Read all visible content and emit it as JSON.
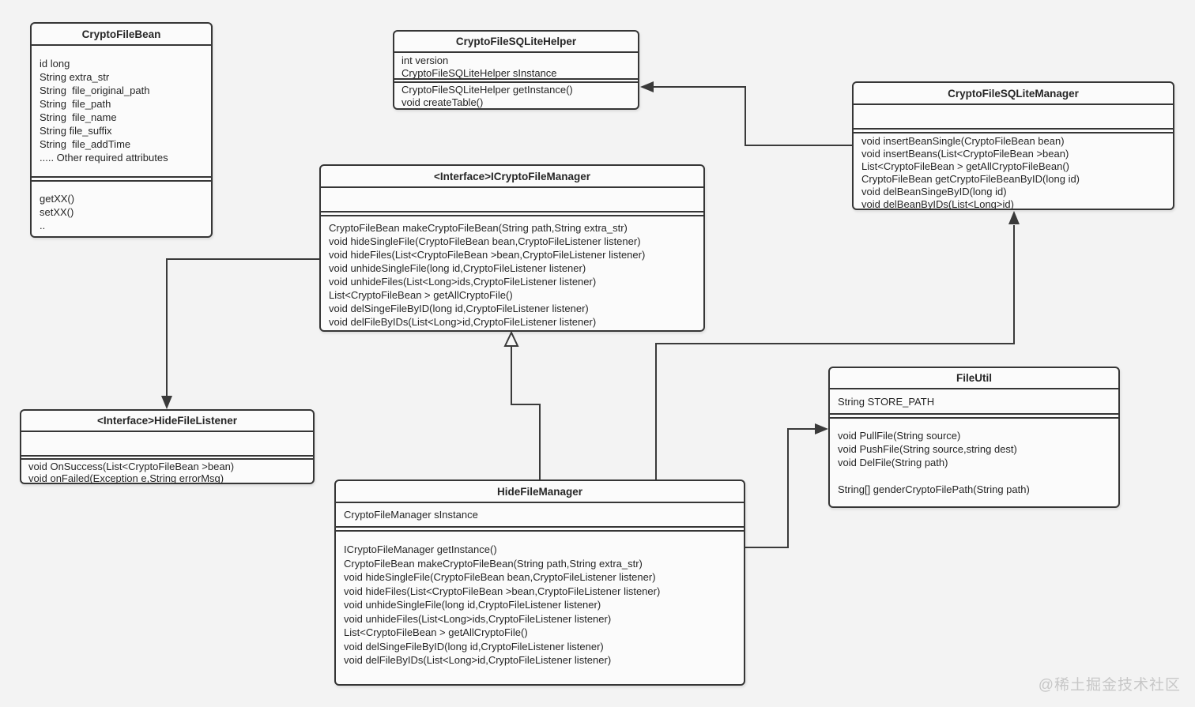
{
  "canvas": {
    "background": "#f3f3f3",
    "box_fill": "#fbfbfb",
    "line_color": "#3a3a3a",
    "text_color": "#262626"
  },
  "watermark": {
    "text": "@稀土掘金技术社区",
    "color": "#c7c7c7"
  },
  "classes": {
    "bean": {
      "title": "CryptoFileBean",
      "attributes": [
        "id long",
        "String extra_str",
        "String  file_original_path",
        "String  file_path",
        "String  file_name",
        "String file_suffix",
        "String  file_addTime",
        "..... Other required attributes"
      ],
      "methods": [
        "getXX()",
        "setXX()",
        ".."
      ]
    },
    "helper": {
      "title": "CryptoFileSQLiteHelper",
      "attributes": [
        "int version",
        "CryptoFileSQLiteHelper sInstance"
      ],
      "methods": [
        "CryptoFileSQLiteHelper getInstance()",
        "void createTable()"
      ]
    },
    "manager": {
      "title": "CryptoFileSQLiteManager",
      "attributes": [],
      "methods": [
        "void insertBeanSingle(CryptoFileBean bean)",
        "void insertBeans(List<CryptoFileBean >bean)",
        "List<CryptoFileBean > getAllCryptoFileBean()",
        "CryptoFileBean getCryptoFileBeanByID(long id)",
        "void delBeanSingeByID(long id)",
        "void delBeanByIDs(List<Long>id)"
      ]
    },
    "icfm": {
      "title": "<Interface>ICryptoFileManager",
      "attributes": [],
      "methods": [
        "CryptoFileBean makeCryptoFileBean(String path,String extra_str)",
        "void hideSingleFile(CryptoFileBean bean,CryptoFileListener listener)",
        "void hideFiles(List<CryptoFileBean >bean,CryptoFileListener listener)",
        "void unhideSingleFile(long id,CryptoFileListener listener)",
        "void unhideFiles(List<Long>ids,CryptoFileListener listener)",
        "List<CryptoFileBean > getAllCryptoFile()",
        "void delSingeFileByID(long id,CryptoFileListener listener)",
        "void delFileByIDs(List<Long>id,CryptoFileListener listener)"
      ]
    },
    "listener": {
      "title": "<Interface>HideFileListener",
      "attributes": [],
      "methods": [
        "void OnSuccess(List<CryptoFileBean >bean)",
        "void onFailed(Exception e,String errorMsg)"
      ]
    },
    "fileutil": {
      "title": "FileUtil",
      "attributes": [
        "String STORE_PATH"
      ],
      "methods": [
        "void PullFile(String source)",
        "void PushFile(String source,string dest)",
        "void DelFile(String path)",
        "",
        "String[] genderCryptoFilePath(String path)"
      ]
    },
    "hfm": {
      "title": "HideFileManager",
      "attributes": [
        "CryptoFileManager sInstance"
      ],
      "methods": [
        "ICryptoFileManager getInstance()",
        "CryptoFileBean makeCryptoFileBean(String path,String extra_str)",
        "void hideSingleFile(CryptoFileBean bean,CryptoFileListener listener)",
        "void hideFiles(List<CryptoFileBean >bean,CryptoFileListener listener)",
        "void unhideSingleFile(long id,CryptoFileListener listener)",
        "void unhideFiles(List<Long>ids,CryptoFileListener listener)",
        "List<CryptoFileBean > getAllCryptoFile()",
        "void delSingeFileByID(long id,CryptoFileListener listener)",
        "void delFileByIDs(List<Long>id,CryptoFileListener listener)"
      ]
    }
  },
  "relations": [
    {
      "from": "CryptoFileSQLiteManager",
      "to": "CryptoFileSQLiteHelper",
      "arrow": "filled"
    },
    {
      "from": "ICryptoFileManager",
      "to": "HideFileListener",
      "arrow": "filled"
    },
    {
      "from": "HideFileManager",
      "to": "ICryptoFileManager",
      "arrow": "hollow-triangle"
    },
    {
      "from": "HideFileManager",
      "to": "CryptoFileSQLiteManager",
      "arrow": "filled"
    },
    {
      "from": "HideFileManager",
      "to": "FileUtil",
      "arrow": "filled"
    }
  ]
}
